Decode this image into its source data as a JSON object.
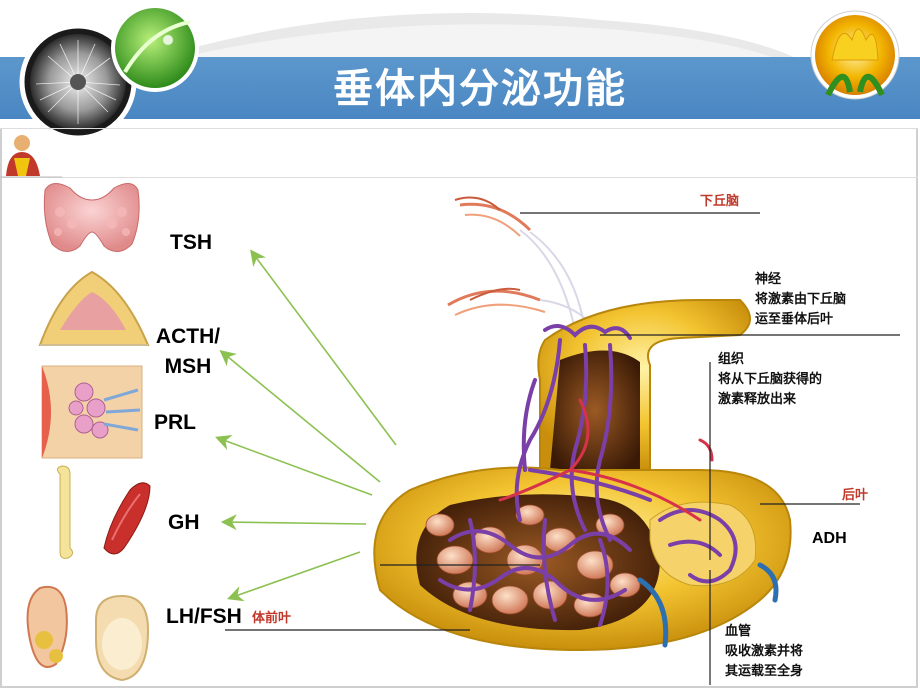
{
  "slide": {
    "title": "垂体内分泌功能"
  },
  "hormones": {
    "tsh": "TSH",
    "acth_line1": "ACTH/",
    "acth_line2": "MSH",
    "prl": "PRL",
    "gh": "GH",
    "lh_fsh": "LH/FSH",
    "adh": "ADH"
  },
  "diagram_labels": {
    "hypothalamus": "下丘脑",
    "nerve_line1": "神经",
    "nerve_line2": "将激素由下丘脑",
    "nerve_line3": "运至垂体后叶",
    "tissue_line1": "组织",
    "tissue_line2": "将从下丘脑获得的",
    "tissue_line3": "激素释放出来",
    "posterior_lobe": "后叶",
    "anterior_lobe_partial": "体前叶",
    "vessel_line1": "血管",
    "vessel_line2": "吸收激素并将",
    "vessel_line3": "其运载至全身"
  },
  "colors": {
    "banner": "#4a86c2",
    "arrow": "#8cc152",
    "gland_yellow": "#f3c431",
    "vessel_purple": "#7b3fa8",
    "artery_red": "#d6334a",
    "label_red": "#c0392b"
  }
}
